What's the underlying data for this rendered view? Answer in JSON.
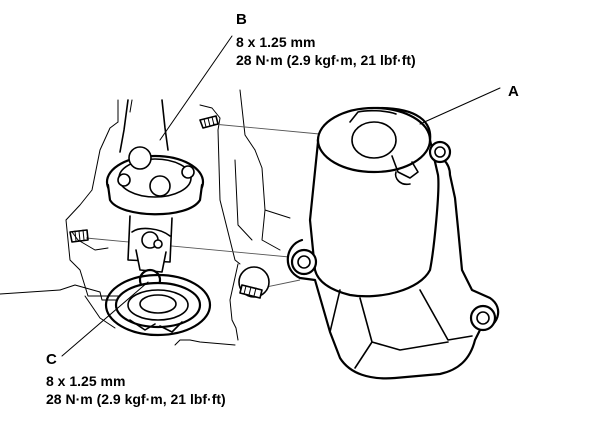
{
  "callouts": {
    "a": {
      "letter": "A"
    },
    "b": {
      "letter": "B",
      "size": "8 x 1.25 mm",
      "torque": "28 N·m (2.9 kgf·m, 21 lbf·ft)"
    },
    "c": {
      "letter": "C",
      "size": "8 x 1.25 mm",
      "torque": "28 N·m (2.9 kgf·m, 21 lbf·ft)"
    }
  }
}
